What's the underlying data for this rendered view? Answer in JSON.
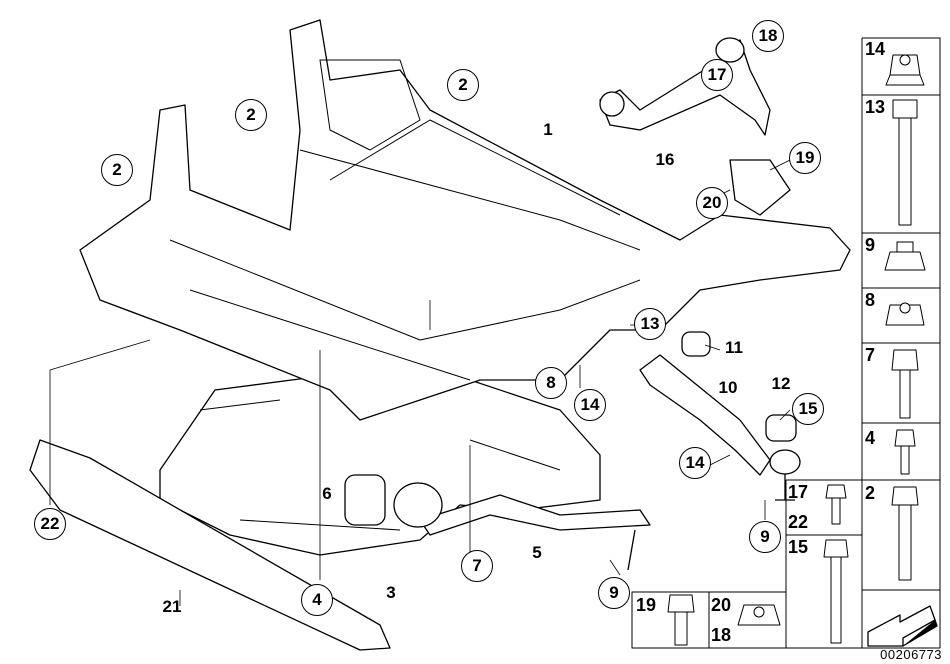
{
  "diagram": {
    "callouts": [
      {
        "id": "c2a",
        "label": "2",
        "circled": true
      },
      {
        "id": "c2b",
        "label": "2",
        "circled": true
      },
      {
        "id": "c2c",
        "label": "2",
        "circled": true
      },
      {
        "id": "c18",
        "label": "18",
        "circled": true
      },
      {
        "id": "c17",
        "label": "17",
        "circled": true
      },
      {
        "id": "c16",
        "label": "16",
        "circled": false
      },
      {
        "id": "c19",
        "label": "19",
        "circled": true
      },
      {
        "id": "c20",
        "label": "20",
        "circled": true
      },
      {
        "id": "c1",
        "label": "1",
        "circled": false
      },
      {
        "id": "c13",
        "label": "13",
        "circled": true
      },
      {
        "id": "c11",
        "label": "11",
        "circled": false
      },
      {
        "id": "c8",
        "label": "8",
        "circled": true
      },
      {
        "id": "c14a",
        "label": "14",
        "circled": true
      },
      {
        "id": "c10",
        "label": "10",
        "circled": false
      },
      {
        "id": "c12",
        "label": "12",
        "circled": false
      },
      {
        "id": "c15",
        "label": "15",
        "circled": true
      },
      {
        "id": "c14b",
        "label": "14",
        "circled": true
      },
      {
        "id": "c6",
        "label": "6",
        "circled": false
      },
      {
        "id": "c7",
        "label": "7",
        "circled": true
      },
      {
        "id": "c5",
        "label": "5",
        "circled": false
      },
      {
        "id": "c9a",
        "label": "9",
        "circled": true
      },
      {
        "id": "c9b",
        "label": "9",
        "circled": true
      },
      {
        "id": "c4",
        "label": "4",
        "circled": true
      },
      {
        "id": "c3",
        "label": "3",
        "circled": false
      },
      {
        "id": "c21",
        "label": "21",
        "circled": false
      },
      {
        "id": "c22",
        "label": "22",
        "circled": true
      }
    ]
  },
  "hardware_panel": {
    "cells": [
      {
        "labels": [
          "14"
        ],
        "part": "flange-nut"
      },
      {
        "labels": [
          "13"
        ],
        "part": "hex-bolt"
      },
      {
        "labels": [
          "9"
        ],
        "part": "self-locking-collar-nut"
      },
      {
        "labels": [
          "8"
        ],
        "part": "flange-nut"
      },
      {
        "labels": [
          "7"
        ],
        "part": "flange-bolt"
      },
      {
        "labels": [
          "4"
        ],
        "part": "short-flange-bolt"
      },
      {
        "labels": [
          "2"
        ],
        "part": "flange-bolt"
      },
      {
        "labels": [
          "17",
          "22"
        ],
        "part": "short-flange-bolt"
      },
      {
        "labels": [
          "15"
        ],
        "part": "flange-bolt"
      },
      {
        "labels": [
          "19"
        ],
        "part": "hex-bolt"
      },
      {
        "labels": [
          "20",
          "18"
        ],
        "part": "collar-nut"
      }
    ],
    "direction_arrow": "arrow-icon"
  },
  "document_number": "00206773"
}
